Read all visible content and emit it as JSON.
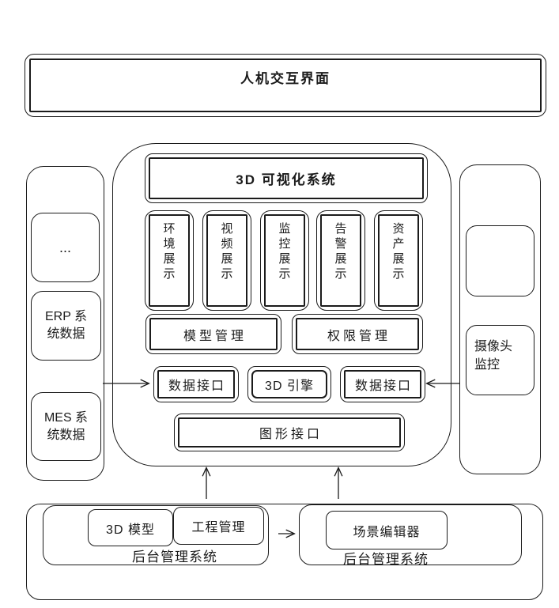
{
  "ink": "#1b1b1b",
  "background": "#ffffff",
  "top_bar": {
    "title": "人机交互界面"
  },
  "main_system": {
    "title": "3D 可视化系统",
    "display_modules": [
      "环境展示",
      "视频展示",
      "监控展示",
      "告警展示",
      "资产展示"
    ],
    "management_modules": {
      "model": "模型管理",
      "permission": "权限管理"
    },
    "interface_row": {
      "data_left": "数据接口",
      "engine": "3D 引擎",
      "data_right": "数据接口"
    },
    "graphics_interface": "图形接口"
  },
  "left_panel": {
    "more": "...",
    "erp": {
      "line1": "ERP 系",
      "line2": "统数据"
    },
    "mes": {
      "line1": "MES 系",
      "line2": "统数据"
    }
  },
  "right_panel": {
    "camera": {
      "line1": "摄像头",
      "line2": "监控"
    }
  },
  "bottom": {
    "group1": {
      "box1": "3D 模型",
      "box2": "工程管理",
      "label": "后台管理系统"
    },
    "group2": {
      "box1": "场景编辑器",
      "label": "后台管理系统"
    }
  }
}
